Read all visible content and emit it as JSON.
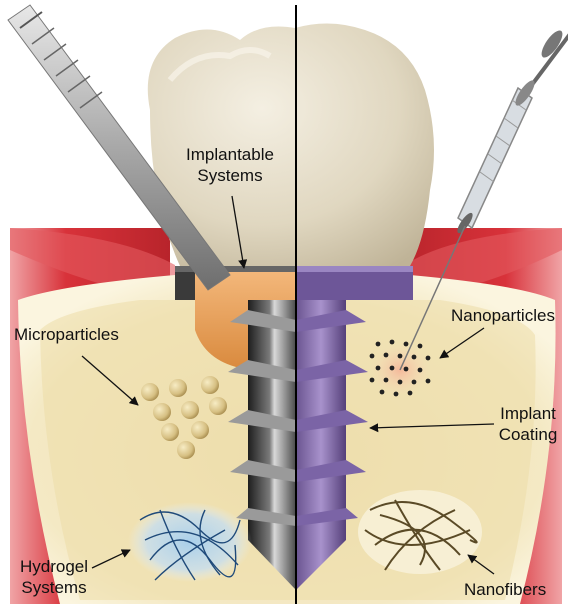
{
  "labels": {
    "implantable_systems": [
      "Implantable",
      "Systems"
    ],
    "microparticles": "Microparticles",
    "nanoparticles": "Nanoparticles",
    "implant_coating": [
      "Implant",
      "Coating"
    ],
    "hydrogel_systems": [
      "Hydrogel",
      "Systems"
    ],
    "nanofibers": "Nanofibers"
  },
  "colors": {
    "gum": "#d8323a",
    "gum_light": "#f2a0a2",
    "bone": "#f4e9c2",
    "crown": "#e4dcc8",
    "implant_left": "#3a3a3a",
    "implant_right": "#8a72b0",
    "collar_gel": "#e39a5a",
    "hydrogel": "#bcd9ee",
    "fiber": "#5a4a26",
    "particle": "#d9c58c"
  }
}
